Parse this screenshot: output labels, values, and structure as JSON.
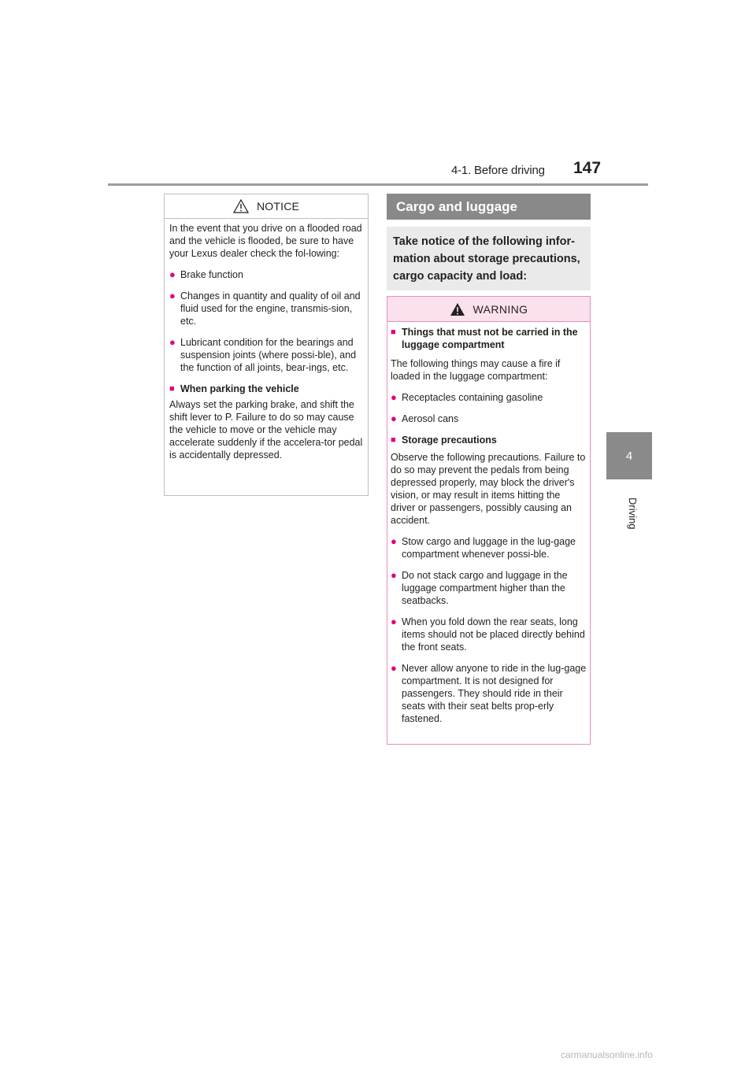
{
  "header": {
    "section": "4-1. Before driving",
    "page_number": "147"
  },
  "side_tab": {
    "number": "4",
    "label": "Driving"
  },
  "notice": {
    "title": "NOTICE",
    "intro": "In the event that you drive on a flooded road and the vehicle is flooded, be sure to have your Lexus dealer check the fol-lowing:",
    "bullets": [
      "Brake function",
      "Changes in quantity and quality of oil and fluid used for the engine, transmis-sion, etc.",
      "Lubricant condition for the bearings and suspension joints (where possi-ble), and the function of all joints, bear-ings, etc."
    ],
    "subhead": "When parking the vehicle",
    "subtext": "Always set the parking brake, and shift the shift lever to P. Failure to do so may cause the vehicle to move or the vehicle may accelerate suddenly if the accelera-tor pedal is accidentally depressed."
  },
  "cargo": {
    "title": "Cargo and luggage",
    "intro": "Take notice of the following infor-mation about storage precautions, cargo capacity and load:"
  },
  "warning": {
    "title": "WARNING",
    "sub1": "Things that must not be carried in the luggage compartment",
    "text1": "The following things may cause a fire if loaded in the luggage compartment:",
    "bullets1": [
      "Receptacles containing gasoline",
      "Aerosol cans"
    ],
    "sub2": "Storage precautions",
    "text2": "Observe the following precautions. Failure to do so may prevent the pedals from being depressed properly, may block the driver's vision, or may result in items hitting the driver or passengers, possibly causing an accident.",
    "bullets2": [
      "Stow cargo and luggage in the lug-gage compartment whenever possi-ble.",
      "Do not stack cargo and luggage in the luggage compartment higher than the seatbacks.",
      "When you fold down the rear seats, long items should not be placed directly behind the front seats.",
      "Never allow anyone to ride in the lug-gage compartment. It is not designed for passengers. They should ride in their seats with their seat belts prop-erly fastened."
    ]
  },
  "watermark": "carmanualsonline.info",
  "colors": {
    "accent": "#e3007e",
    "warning_head_bg": "#fbe0ee",
    "cargo_bar_bg": "#898989",
    "tab_bg": "#8a8a8a"
  }
}
